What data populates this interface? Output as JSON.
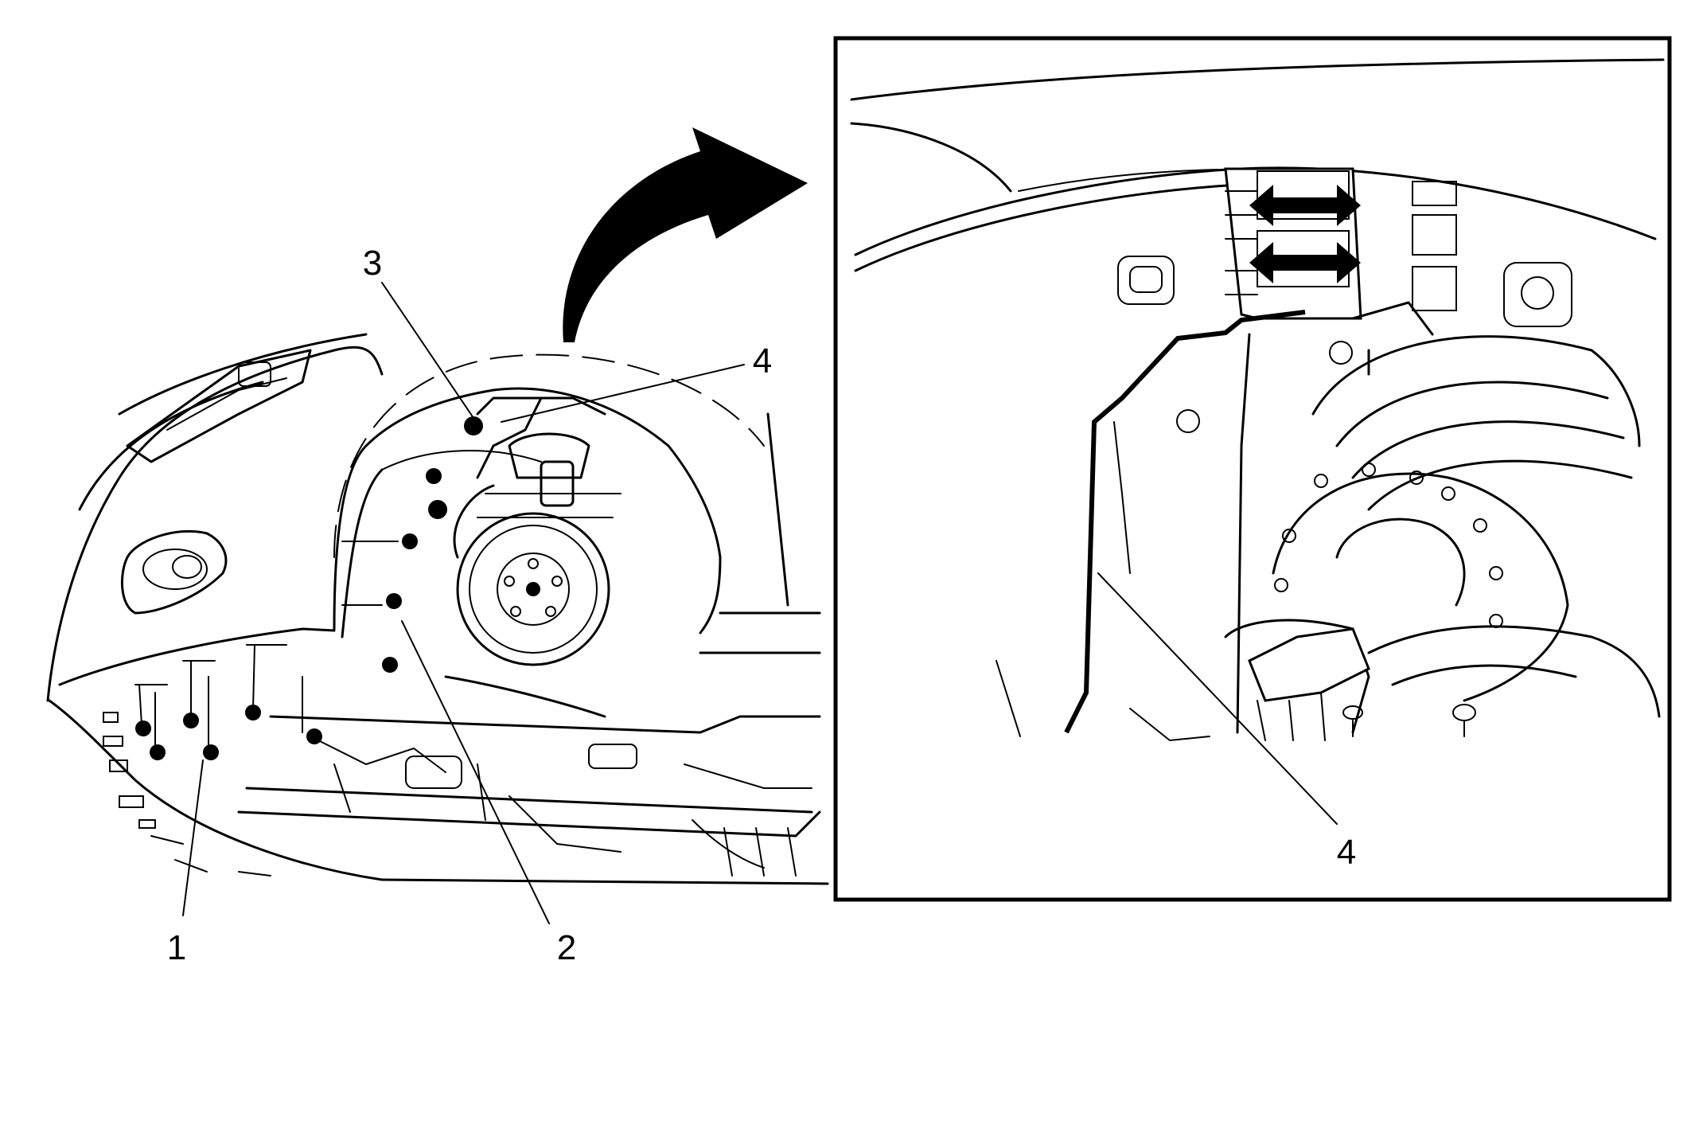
{
  "figure": {
    "callouts_overview": [
      {
        "id": "callout-1",
        "label": "1"
      },
      {
        "id": "callout-2",
        "label": "2"
      },
      {
        "id": "callout-3",
        "label": "3"
      },
      {
        "id": "callout-4",
        "label": "4"
      }
    ],
    "callouts_detail": [
      {
        "id": "callout-4-detail",
        "label": "4"
      }
    ],
    "colors": {
      "ink": "#000000",
      "paper": "#ffffff"
    },
    "icons": [
      "curved-arrow-icon",
      "double-arrow-icon"
    ]
  }
}
